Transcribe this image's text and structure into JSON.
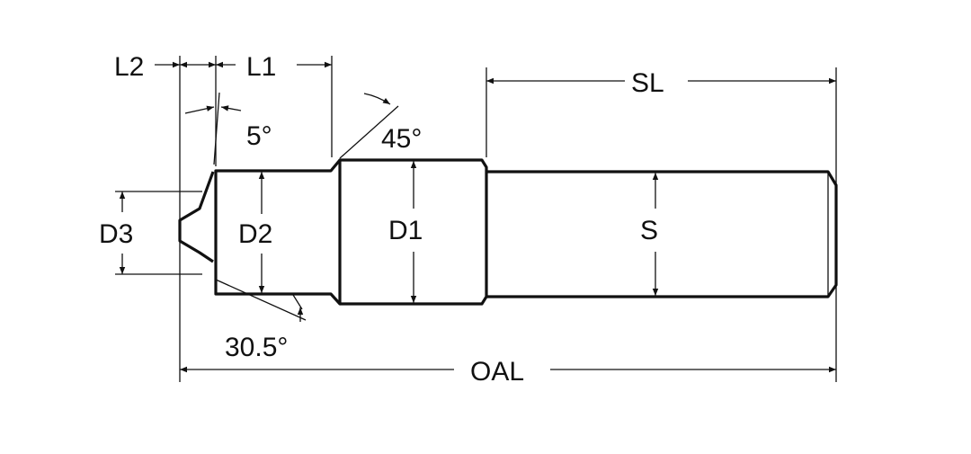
{
  "diagram": {
    "labels": {
      "l2": "L2",
      "l1": "L1",
      "sl": "SL",
      "angle_5": "5°",
      "angle_45": "45°",
      "d3": "D3",
      "d2": "D2",
      "d1": "D1",
      "s": "S",
      "angle_30_5": "30.5°",
      "oal": "OAL"
    },
    "colors": {
      "line": "#111111",
      "background": "#ffffff"
    }
  }
}
